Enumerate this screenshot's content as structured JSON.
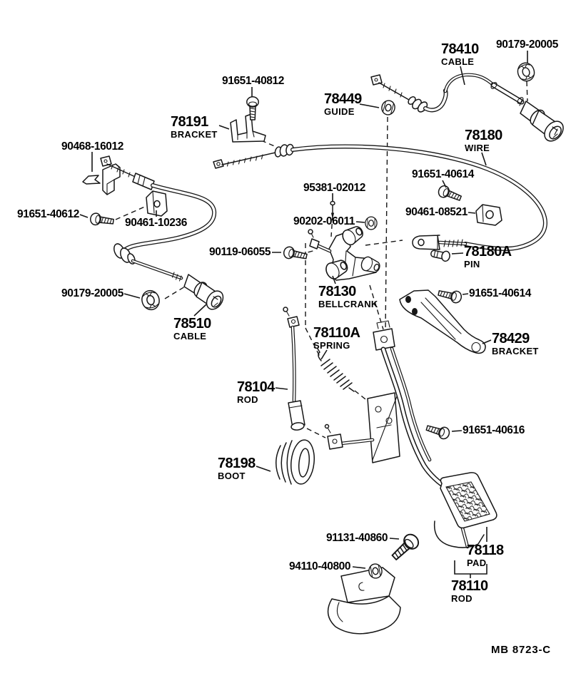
{
  "colors": {
    "ink": "#161616",
    "paper": "#ffffff"
  },
  "parts": [
    {
      "number": "91651-40812",
      "caption": ""
    },
    {
      "number": "78410",
      "caption": "CABLE"
    },
    {
      "number": "90179-20005",
      "caption": ""
    },
    {
      "number": "78449",
      "caption": "GUIDE"
    },
    {
      "number": "78191",
      "caption": "BRACKET"
    },
    {
      "number": "78180",
      "caption": "WIRE"
    },
    {
      "number": "90468-16012",
      "caption": ""
    },
    {
      "number": "91651-40614",
      "caption": ""
    },
    {
      "number": "95381-02012",
      "caption": ""
    },
    {
      "number": "91651-40612",
      "caption": ""
    },
    {
      "number": "90461-10236",
      "caption": ""
    },
    {
      "number": "90202-06011",
      "caption": ""
    },
    {
      "number": "90461-08521",
      "caption": ""
    },
    {
      "number": "90119-06055",
      "caption": ""
    },
    {
      "number": "78180A",
      "caption": "PIN"
    },
    {
      "number": "78130",
      "caption": "BELLCRANK"
    },
    {
      "number": "91651-40614",
      "caption": ""
    },
    {
      "number": "90179-20005",
      "caption": ""
    },
    {
      "number": "78510",
      "caption": "CABLE"
    },
    {
      "number": "78429",
      "caption": "BRACKET"
    },
    {
      "number": "78110A",
      "caption": "SPRING"
    },
    {
      "number": "78104",
      "caption": "ROD"
    },
    {
      "number": "91651-40616",
      "caption": ""
    },
    {
      "number": "78198",
      "caption": "BOOT"
    },
    {
      "number": "91131-40860",
      "caption": ""
    },
    {
      "number": "94110-40800",
      "caption": ""
    },
    {
      "number": "78118",
      "caption": "PAD"
    },
    {
      "number": "78110",
      "caption": "ROD"
    }
  ],
  "footer": {
    "code": "MB 8723-C"
  }
}
